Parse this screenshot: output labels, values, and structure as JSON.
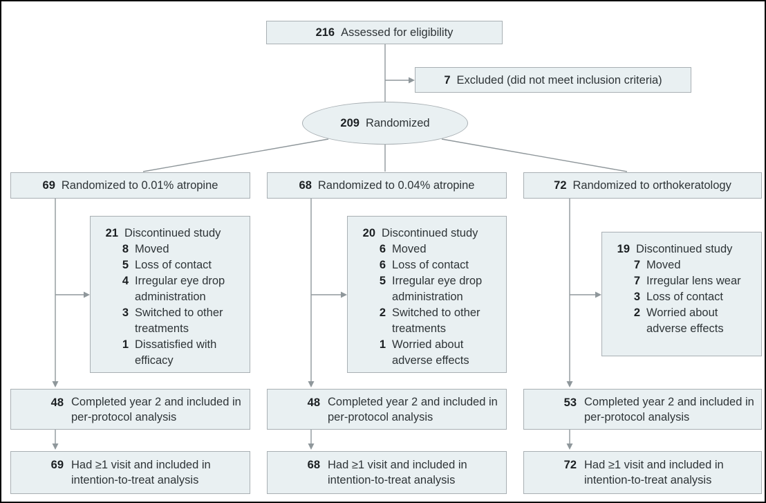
{
  "colors": {
    "fill": "#e9f0f2",
    "border": "#a8afb3",
    "line": "#8f979b",
    "text": "#2e3437",
    "numtext": "#1b1f22"
  },
  "top": {
    "count": "216",
    "label": "Assessed for eligibility"
  },
  "excluded": {
    "count": "7",
    "label": "Excluded (did not meet inclusion criteria)"
  },
  "randomized": {
    "count": "209",
    "label": "Randomized"
  },
  "columns": [
    {
      "arm": {
        "count": "69",
        "label": "Randomized to 0.01% atropine"
      },
      "discontinued": {
        "count": "21",
        "label": "Discontinued study",
        "reasons": [
          {
            "count": "8",
            "label": "Moved"
          },
          {
            "count": "5",
            "label": "Loss of contact"
          },
          {
            "count": "4",
            "label": "Irregular eye drop administration"
          },
          {
            "count": "3",
            "label": "Switched to other treatments"
          },
          {
            "count": "1",
            "label": "Dissatisfied with efficacy"
          }
        ]
      },
      "completed": {
        "count": "48",
        "label": "Completed year 2 and included in per-protocol analysis"
      },
      "itt": {
        "count": "69",
        "label": "Had ≥1 visit and included in intention-to-treat analysis"
      }
    },
    {
      "arm": {
        "count": "68",
        "label": "Randomized to 0.04% atropine"
      },
      "discontinued": {
        "count": "20",
        "label": "Discontinued study",
        "reasons": [
          {
            "count": "6",
            "label": "Moved"
          },
          {
            "count": "6",
            "label": "Loss of contact"
          },
          {
            "count": "5",
            "label": "Irregular eye drop administration"
          },
          {
            "count": "2",
            "label": "Switched to other treatments"
          },
          {
            "count": "1",
            "label": "Worried about adverse effects"
          }
        ]
      },
      "completed": {
        "count": "48",
        "label": "Completed year 2 and included in per-protocol analysis"
      },
      "itt": {
        "count": "68",
        "label": "Had ≥1 visit and included in intention-to-treat analysis"
      }
    },
    {
      "arm": {
        "count": "72",
        "label": "Randomized to orthokeratology"
      },
      "discontinued": {
        "count": "19",
        "label": "Discontinued study",
        "reasons": [
          {
            "count": "7",
            "label": "Moved"
          },
          {
            "count": "7",
            "label": "Irregular lens wear"
          },
          {
            "count": "3",
            "label": "Loss of contact"
          },
          {
            "count": "2",
            "label": "Worried about adverse effects"
          }
        ]
      },
      "completed": {
        "count": "53",
        "label": "Completed year 2 and included in per-protocol analysis"
      },
      "itt": {
        "count": "72",
        "label": "Had ≥1 visit and included in intention-to-treat analysis"
      }
    }
  ]
}
